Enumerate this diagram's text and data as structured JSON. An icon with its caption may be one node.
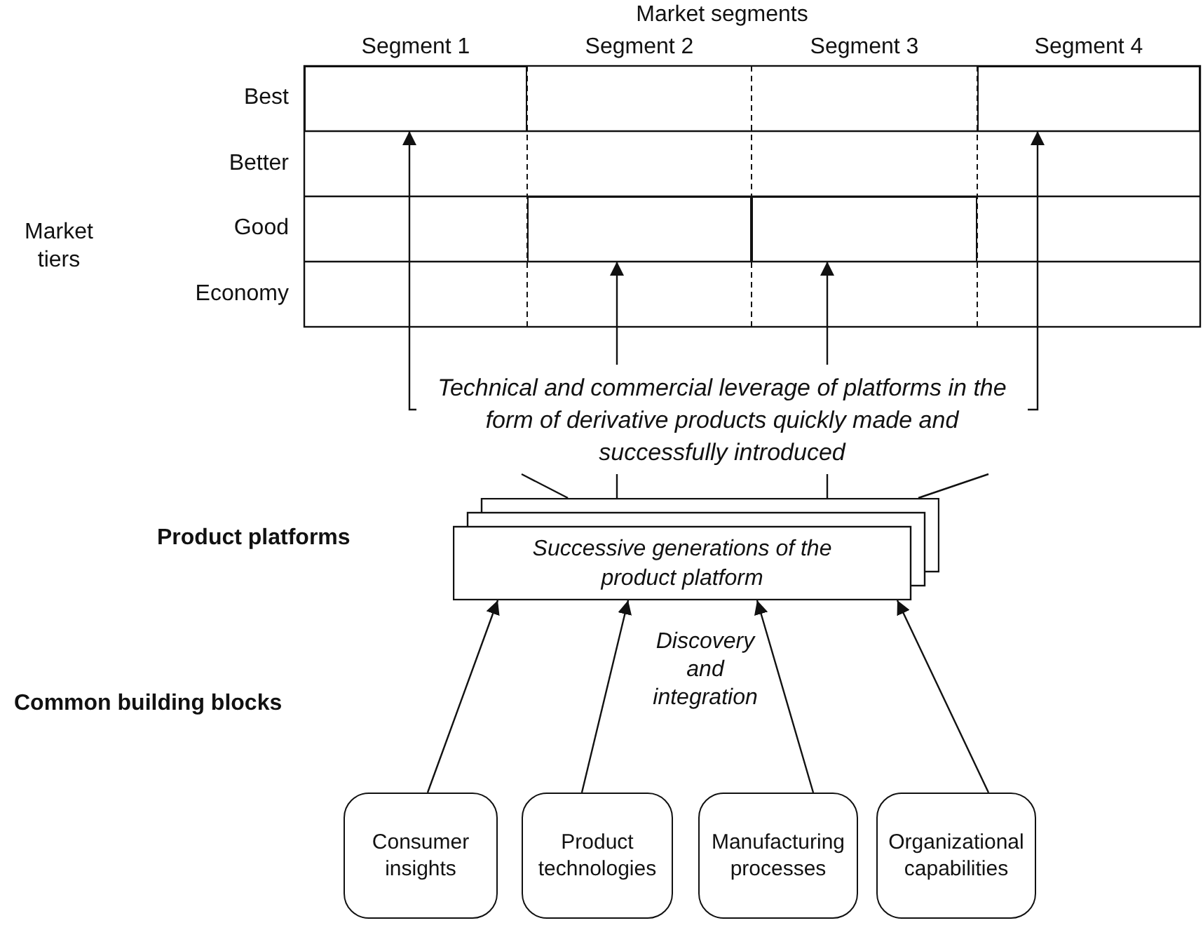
{
  "diagram": {
    "nodes": [
      {
        "text": [],
        "shape": "box"
      },
      {
        "text": [],
        "shape": "box"
      },
      {
        "text": [],
        "shape": "box"
      },
      {
        "text": [],
        "shape": "box"
      },
      {
        "text": [
          "Technical and commercial leverage of platforms in the form of derivative products quickly made and successfully introduced"
        ]
      },
      {
        "text": [
          "Successive generations of the product platform"
        ]
      },
      {
        "text": [
          "Consumer insights"
        ]
      },
      {
        "text": [
          "Product technologies"
        ]
      },
      {
        "text": [
          "Manufacturing processes"
        ]
      },
      {
        "text": [
          "Organizational capabilities"
        ]
      }
    ],
    "edges": [
      {
        "from": 4,
        "to": 0,
        "arrow": "to"
      },
      {
        "from": 4,
        "to": 1,
        "arrow": "to"
      },
      {
        "from": 4,
        "to": 2,
        "arrow": "to"
      },
      {
        "from": 4,
        "to": 3,
        "arrow": "to"
      },
      {
        "from": 5,
        "to": 4,
        "arrow": "none"
      },
      {
        "from": 5,
        "to": 4,
        "arrow": "none"
      },
      {
        "from": 5,
        "to": 4,
        "arrow": "none"
      },
      {
        "from": 5,
        "to": 4,
        "arrow": "none"
      },
      {
        "from": 6,
        "to": 5,
        "arrow": "to"
      },
      {
        "from": 7,
        "to": 5,
        "arrow": "to"
      },
      {
        "from": 8,
        "to": 5,
        "arrow": "to"
      },
      {
        "from": 9,
        "to": 5,
        "arrow": "to"
      }
    ],
    "labels": [
      "Market segments",
      "Segment 1",
      "Segment 2",
      "Segment 3",
      "Segment 4",
      "Market tiers",
      "Best",
      "Better",
      "Good",
      "Economy",
      "Product platforms",
      "Discovery and integration",
      "Common building blocks"
    ]
  }
}
